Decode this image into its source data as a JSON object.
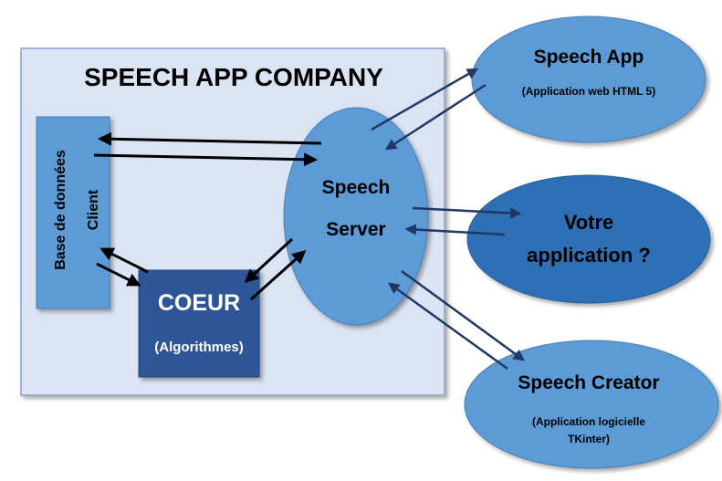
{
  "company": {
    "title": "SPEECH APP COMPANY"
  },
  "database": {
    "line1": "Base de données",
    "line2": "Client"
  },
  "core": {
    "title": "COEUR",
    "subtitle": "(Algorithmes)"
  },
  "server": {
    "line1": "Speech",
    "line2": "Server"
  },
  "speech_app": {
    "title": "Speech App",
    "subtitle": "(Application web HTML 5)"
  },
  "your_app": {
    "line1": "Votre",
    "line2": "application ?"
  },
  "speech_creator": {
    "title": "Speech Creator",
    "subtitle_line1": "(Application logicielle",
    "subtitle_line2": "TKinter)"
  },
  "colors": {
    "company_fill": "#dbe4f4",
    "company_border": "#8a9fc8",
    "light_blue": "#5b9bd5",
    "mid_blue": "#2f70b6",
    "dark_blue": "#2f5597",
    "arrow_dark": "#000000",
    "arrow_navy": "#1f3864"
  }
}
